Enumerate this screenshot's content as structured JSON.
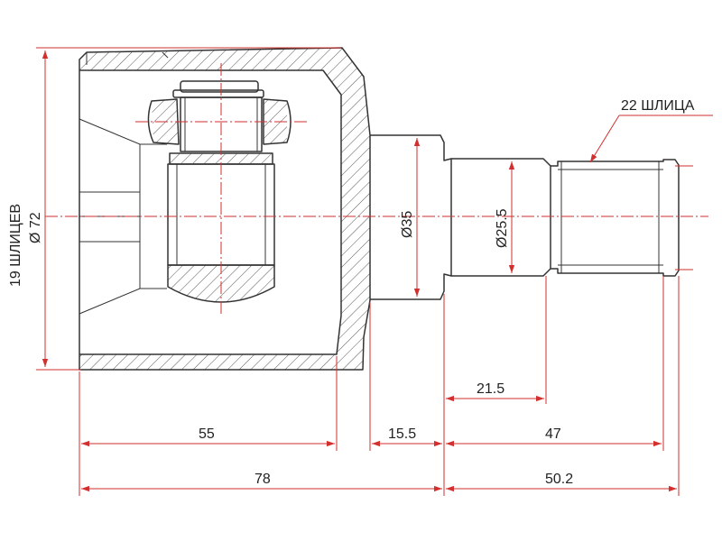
{
  "colors": {
    "outline": "#333333",
    "dimension": "#d22f2f",
    "background": "#ffffff"
  },
  "labels": {
    "outer_splines": "19 ШЛИЦЕВ",
    "outer_diameter": "Ø 72",
    "inner_splines": "22 ШЛИЦА",
    "shaft_diameter": "Ø35",
    "spline_diameter": "Ø25.5"
  },
  "dimensions": {
    "d55": "55",
    "d15_5": "15.5",
    "d47": "47",
    "d21_5": "21.5",
    "d78": "78",
    "d50_2": "50.2"
  }
}
